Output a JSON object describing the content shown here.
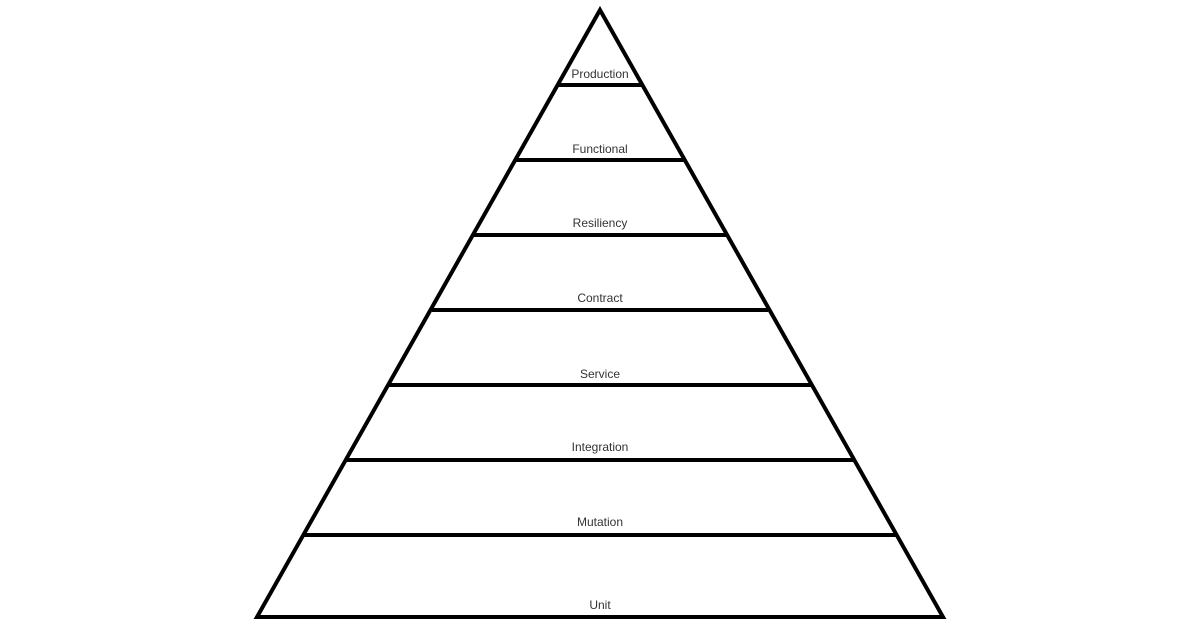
{
  "diagram": {
    "type": "pyramid",
    "colors": {
      "stroke": "#000000",
      "fill": "#ffffff",
      "label": "#333333"
    },
    "tiers": [
      {
        "label": "Production"
      },
      {
        "label": "Functional"
      },
      {
        "label": "Resiliency"
      },
      {
        "label": "Contract"
      },
      {
        "label": "Service"
      },
      {
        "label": "Integration"
      },
      {
        "label": "Mutation"
      },
      {
        "label": "Unit"
      }
    ]
  }
}
